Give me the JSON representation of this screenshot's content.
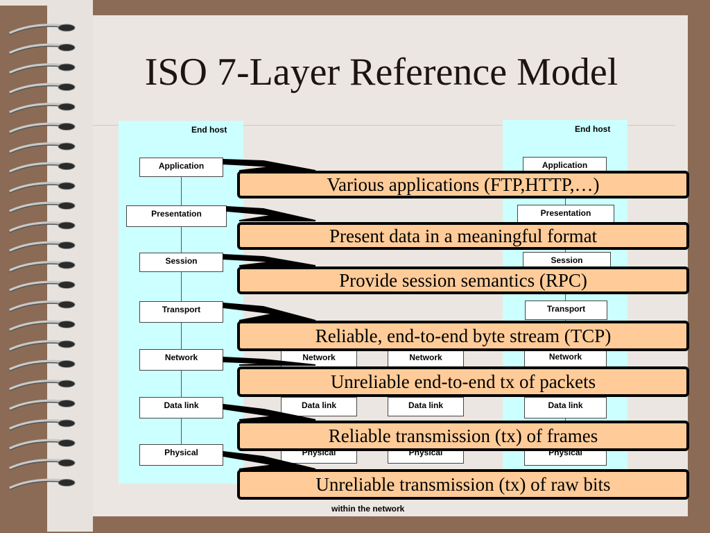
{
  "title": "ISO 7-Layer Reference Model",
  "left_host": {
    "label": "End host",
    "layers": [
      "Application",
      "Presentation",
      "Session",
      "Transport",
      "Network",
      "Data link",
      "Physical"
    ]
  },
  "right_host": {
    "label": "End host",
    "layers": [
      "Application",
      "Presentation",
      "Session",
      "Transport",
      "Network",
      "Data link",
      "Physical"
    ]
  },
  "relay_nodes": [
    {
      "layers": [
        "Network",
        "Data link",
        "Physical"
      ]
    },
    {
      "layers": [
        "Network",
        "Data link",
        "Physical"
      ]
    }
  ],
  "callouts": [
    "Various applications (FTP,HTTP,…)",
    "Present data in a meaningful format",
    "Provide session semantics (RPC)",
    "Reliable, end-to-end byte stream (TCP)",
    "Unreliable end-to-end tx of packets",
    "Reliable transmission (tx) of frames",
    "Unreliable transmission (tx) of raw bits"
  ],
  "footer": "within the network",
  "colors": {
    "host_bg": "#ccffff",
    "callout_bg": "#ffcc99",
    "page_bg": "#8b6b55",
    "paper": "#ebe6e1"
  }
}
